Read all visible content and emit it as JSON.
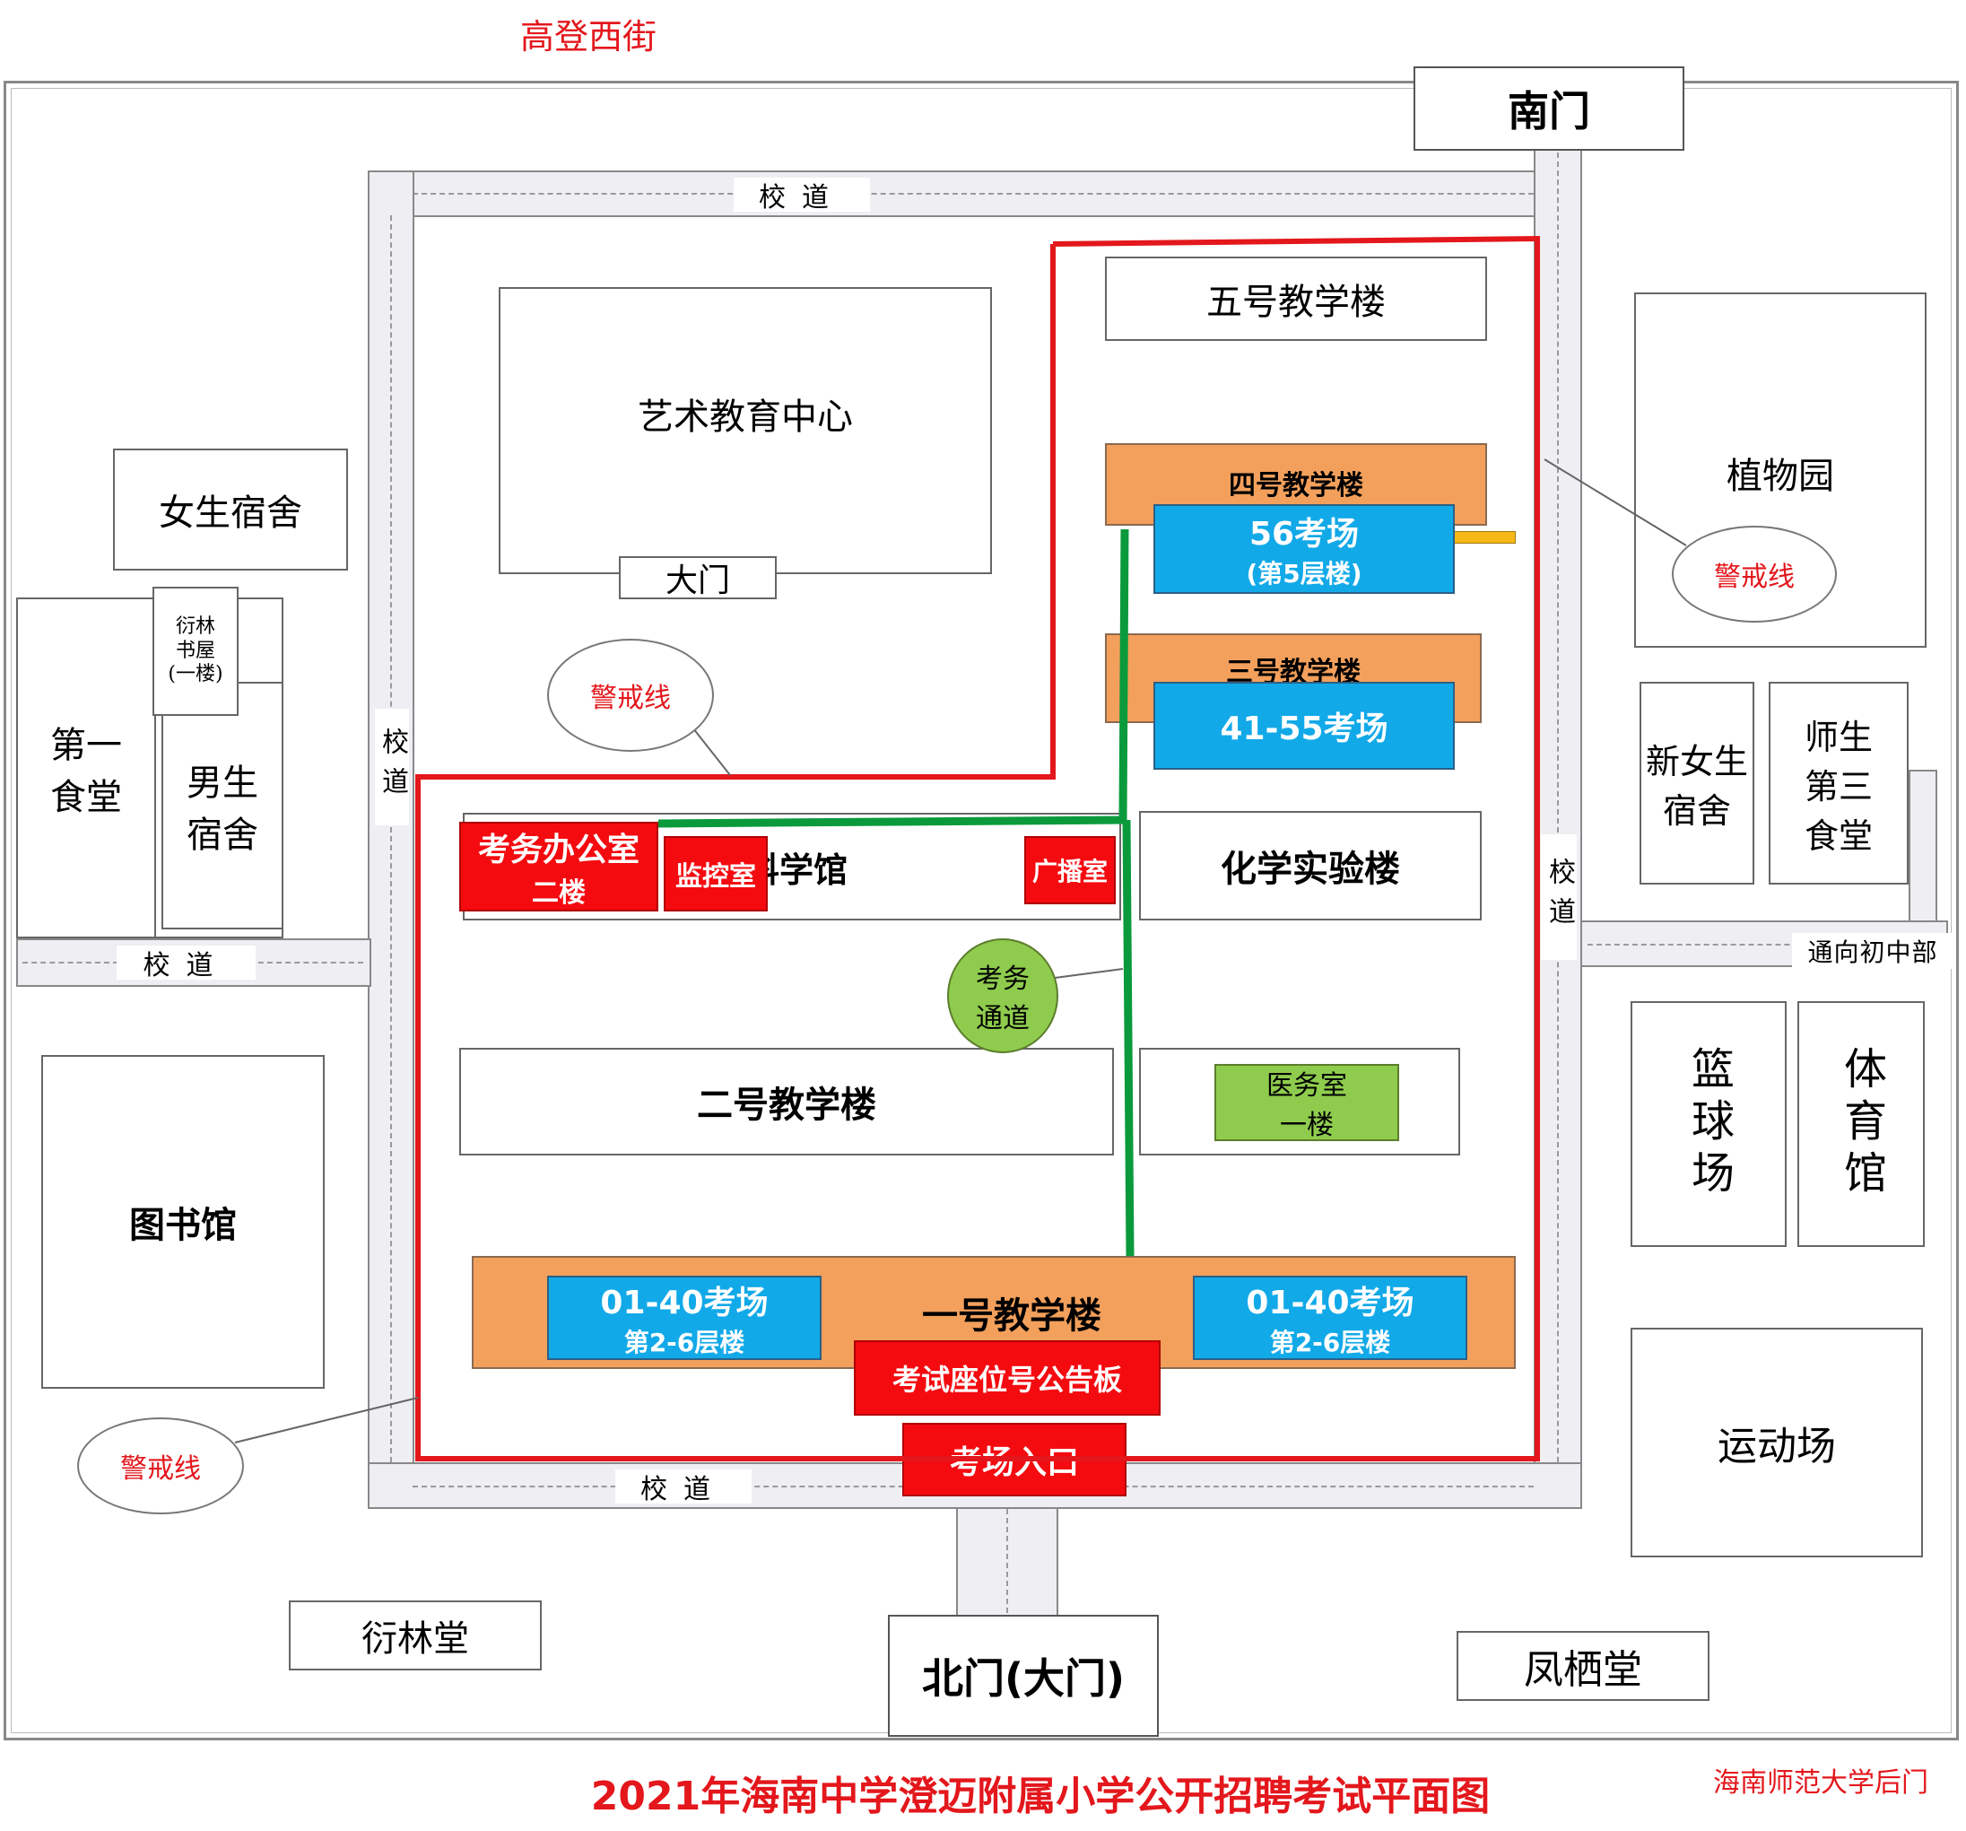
{
  "top_street": "高登西街",
  "title": "2021年海南中学澄迈附属小学公开招聘考试平面图",
  "corner_label": "海南师范大学后门",
  "gates": {
    "south": "南门",
    "north": "北门(大门)",
    "art_center_door": "大门"
  },
  "roads": {
    "school_road": "校道",
    "to_junior": "通向初中部"
  },
  "buildings": {
    "art_center": "艺术教育中心",
    "girls_dorm": "女生宿舍",
    "bookshop": [
      "衍林",
      "书屋",
      "(一楼)"
    ],
    "canteen_one": [
      "第一",
      "食堂"
    ],
    "boys_dorm": [
      "男生",
      "宿舍"
    ],
    "library": "图书馆",
    "yanlin_hall": "衍林堂",
    "fengqi_hall": "凤栖堂",
    "botanical_garden": "植物园",
    "new_girls_dorm": [
      "新女生",
      "宿舍"
    ],
    "canteen_three": [
      "师生",
      "第三",
      "食堂"
    ],
    "basketball": "篮球场",
    "gym": "体育馆",
    "sports_field": "运动场",
    "building_five": "五号教学楼",
    "building_four": "四号教学楼",
    "building_three": "三号教学楼",
    "chem_lab": "化学实验楼",
    "science_hall": "科学馆",
    "building_two": "二号教学楼",
    "building_one": "一号教学楼"
  },
  "rooms": {
    "exam_56": [
      "56考场",
      "(第5层楼)"
    ],
    "exam_41_55": "41-55考场",
    "exam_office": [
      "考务办公室",
      "二楼"
    ],
    "monitor_room": "监控室",
    "broadcast_room": "广播室",
    "medical_room": [
      "医务室",
      "一楼"
    ],
    "exam_01_40_left": [
      "01-40考场",
      "第2-6层楼"
    ],
    "exam_01_40_right": [
      "01-40考场",
      "第2-6层楼"
    ],
    "notice_board": "考试座位号公告板",
    "exam_entrance": "考场入口"
  },
  "callouts": {
    "cordon": "警戒线",
    "exam_passage": [
      "考务",
      "通道"
    ]
  },
  "colors": {
    "cordon_line": "#e3171c",
    "exam_passage": "#0a9a3c",
    "teaching_building": "#f3a05c",
    "exam_room": "#12a9e8",
    "office": "#f40b10",
    "medical": "#8fcc4e",
    "title": "#e3171c"
  }
}
